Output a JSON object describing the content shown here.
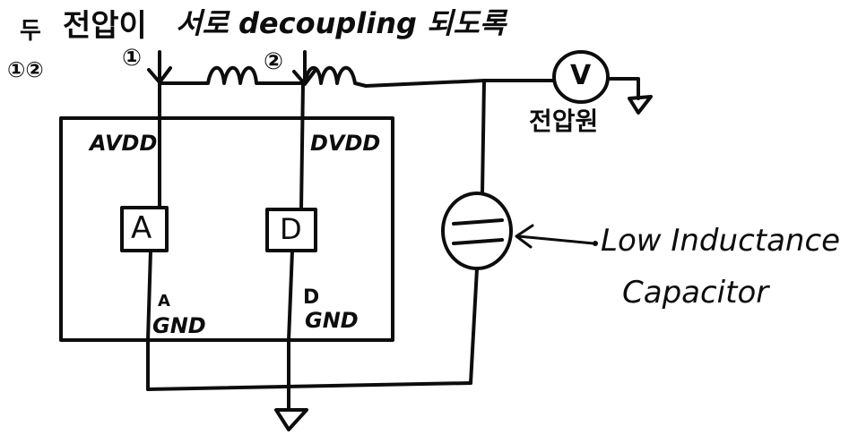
{
  "header": {
    "marker_1": "두",
    "marker_2": "①②",
    "text": "전압이",
    "mid_marker_1": "①",
    "mid_text": "서로 decoupling 되도록",
    "mid_marker_2": "②"
  },
  "voltmeter": {
    "symbol": "V",
    "label": "전압원"
  },
  "pins": {
    "avdd": "AVDD",
    "dvdd": "DVDD",
    "agnd_top": "A",
    "agnd_bottom": "GND",
    "dgnd_top": "D",
    "dgnd_bottom": "GND"
  },
  "blocks": {
    "analog": "A",
    "digital": "D"
  },
  "capacitor": {
    "label_line1": "Low Inductance",
    "label_line2": "Capacitor"
  },
  "colors": {
    "ink": "#0d0d0d",
    "background": "#ffffff"
  }
}
